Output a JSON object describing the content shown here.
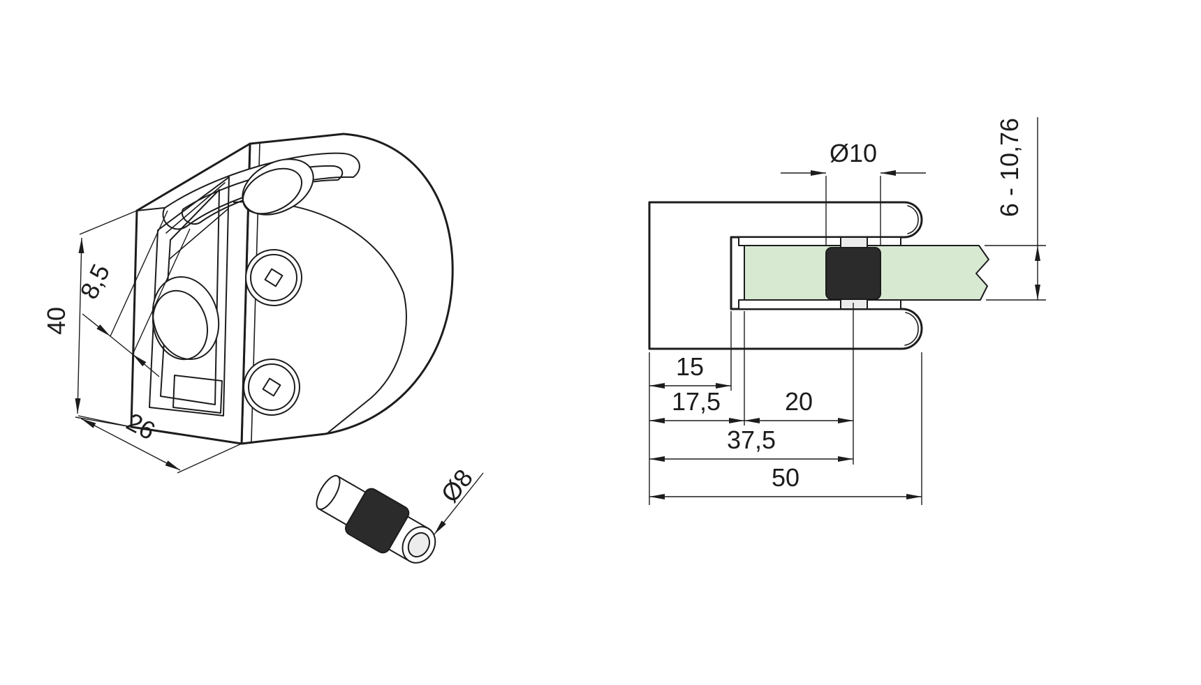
{
  "drawing": {
    "type": "technical-drawing",
    "subject": "glass clamp with rubber pin",
    "colors": {
      "line": "#1c1c1c",
      "glass_fill": "#d8e9d2",
      "rubber_fill": "#2b2b2b",
      "metal_fill": "#ececec",
      "background": "#ffffff"
    },
    "views": {
      "isometric": {
        "name": "isometric view",
        "dims": {
          "height": "40",
          "slot_width": "8,5",
          "depth": "26"
        }
      },
      "pin": {
        "name": "rubber pin detail",
        "dims": {
          "diameter": "Ø8"
        }
      },
      "section": {
        "name": "side section view",
        "dims": {
          "hole_diameter": "Ø10",
          "glass_thickness_range": "6 - 10,76",
          "inner_depth": "15",
          "liner_depth": "17,5",
          "hole_offset": "20",
          "hole_center_depth": "37,5",
          "overall_depth": "50"
        }
      }
    }
  }
}
